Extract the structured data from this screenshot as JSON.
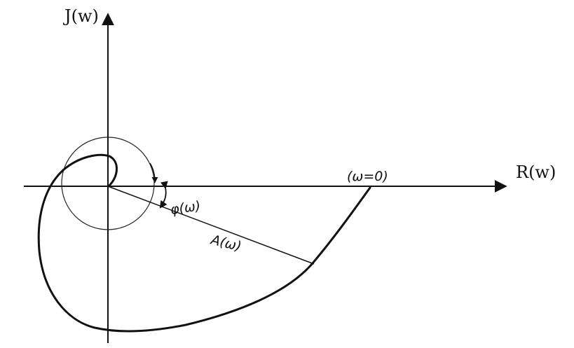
{
  "diagram": {
    "axes": {
      "x_label": "R(w)",
      "y_label": "J(w)"
    },
    "annotations": {
      "omega_zero": "(ω=0)",
      "phase": "φ(ω)",
      "amplitude": "A(ω)"
    },
    "colors": {
      "ink": "#111111",
      "background": "#ffffff"
    }
  }
}
